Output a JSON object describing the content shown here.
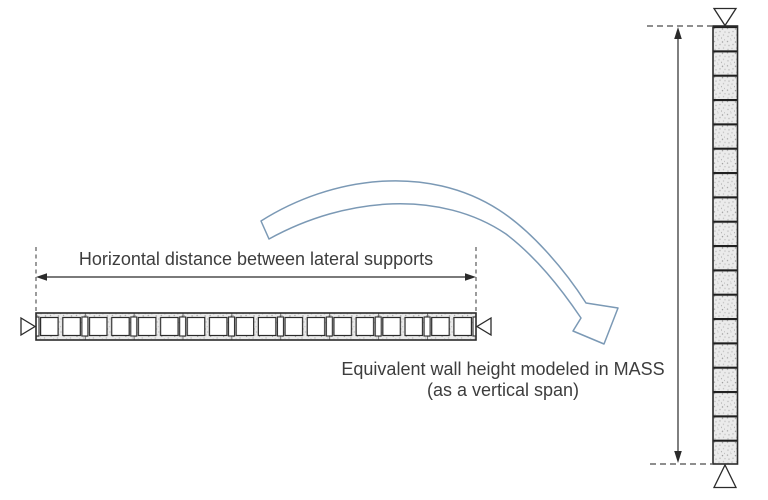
{
  "labels": {
    "horizontal_dimension": "Horizontal distance between lateral supports",
    "equivalent_line1": "Equivalent wall height modeled in MASS",
    "equivalent_line2": "(as a vertical span)"
  },
  "diagram": {
    "horizontal_wall": {
      "view": "plan",
      "block_count": 9,
      "cores_per_block": 2,
      "left_support": "lateral support (triangle)",
      "right_support": "lateral support (triangle)"
    },
    "vertical_wall": {
      "view": "elevation",
      "block_count": 18,
      "top_support": "pin support (triangle)",
      "bottom_support": "pin support (triangle)"
    }
  },
  "colors": {
    "background": "#ffffff",
    "text": "#3d3d3d",
    "line": "#2b2b2b",
    "dashed_line": "#4a4a4a",
    "block_fill": "#ebebeb",
    "core_fill": "#ffffff",
    "curved_arrow_outline": "#7b99b5"
  }
}
